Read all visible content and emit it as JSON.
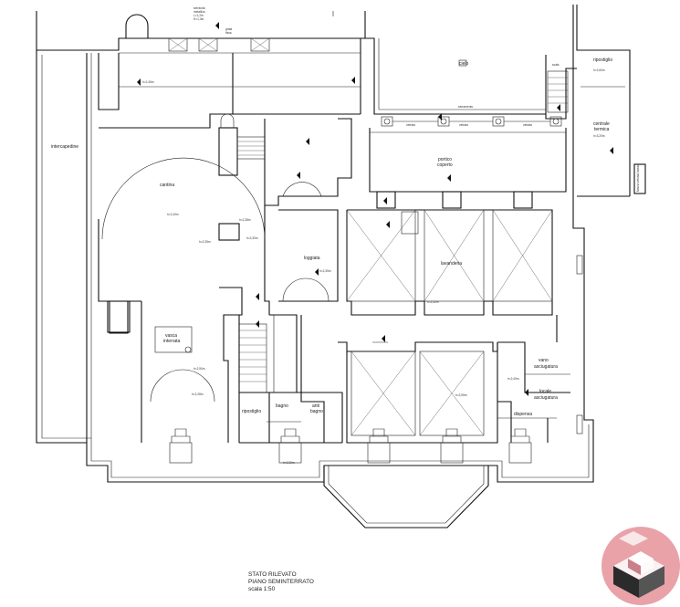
{
  "rooms": {
    "intercapedine": "intercapedine",
    "cantina": "cantina",
    "vasca_1": "vasca",
    "vasca_2": "interrata",
    "loggiata": "loggiata",
    "ripostiglio_left": "ripostiglio",
    "bagno": "bagno",
    "anti_bagno_1": "anti",
    "anti_bagno_2": "bagno",
    "porticato_1": "portico",
    "porticato_2": "coperto",
    "lavanderia": "lavanderia",
    "vano_1": "vano",
    "vano_2": "asciugatura",
    "locale_1": "locale",
    "locale_2": "asciugatura",
    "dispensa": "dispensa",
    "ripostiglio_right": "ripostiglio",
    "centrale_1": "centrale",
    "centrale_2": "termica",
    "cielo": "cielo",
    "scala": "scala"
  },
  "annotations": {
    "vetrata_1": "vetrata",
    "vetrata_2": "vetrata",
    "vetrata_3": "vetrata",
    "serramento": "serramento",
    "serramento_sub": "fisso",
    "top_note_1": "serranda",
    "top_note_2": "metallica",
    "top_note_3": "L=1,2m",
    "top_note_4": "H=1,3m",
    "grate_note": "grata",
    "grate_note_2": "fissa",
    "fascia": "fascia vetrata bassa"
  },
  "levels": {
    "l1": "h=2,45m",
    "l2": "h=2,40m",
    "l3": "h=2,38m",
    "l4": "h=2,35m",
    "l5": "h=2,30m",
    "l6": "h=2,50m",
    "l7": "h=2,28m",
    "l8": "h=3,20m",
    "l9": "h=2,60m",
    "l10": "h=2,55m",
    "l11": "h=2,42m"
  },
  "title_block": {
    "line1": "STATO RILEVATO",
    "line2": "PIANO SEMINTERRATO",
    "line3": "scala 1:50"
  },
  "colors": {
    "lines": "#111111",
    "logo_pink": "#e8a2a8",
    "logo_dark": "#2b2b2b"
  }
}
